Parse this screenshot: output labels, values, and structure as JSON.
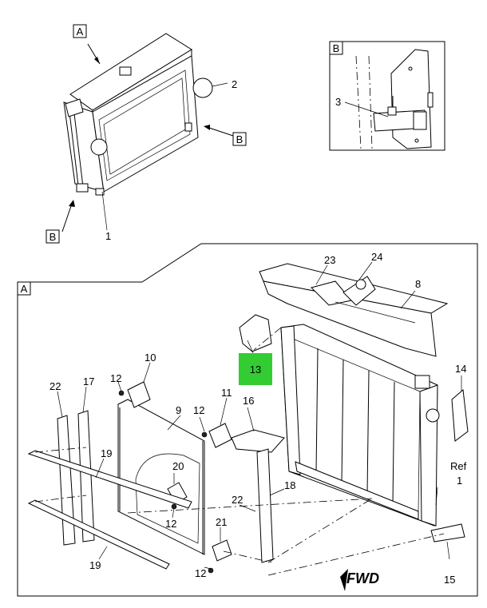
{
  "callouts": {
    "c1": "1",
    "c2": "2",
    "c3": "3",
    "c8": "8",
    "c9": "9",
    "c10": "10",
    "c11": "11",
    "c12a": "12",
    "c12b": "12",
    "c12c": "12",
    "c12d": "12",
    "c13": "13",
    "c14": "14",
    "c15": "15",
    "c16": "16",
    "c17": "17",
    "c18": "18",
    "c19a": "19",
    "c19b": "19",
    "c20": "20",
    "c21": "21",
    "c22a": "22",
    "c22b": "22",
    "c23": "23",
    "c24": "24",
    "ref": "Ref",
    "ref1": "1"
  },
  "views": {
    "a_top": "A",
    "b_right": "B",
    "b_bottom": "B",
    "detail_b": "B",
    "detail_a": "A"
  },
  "fwd_label": "FWD",
  "colors": {
    "highlight": "#33cc33",
    "line": "#000000",
    "background": "#ffffff"
  }
}
